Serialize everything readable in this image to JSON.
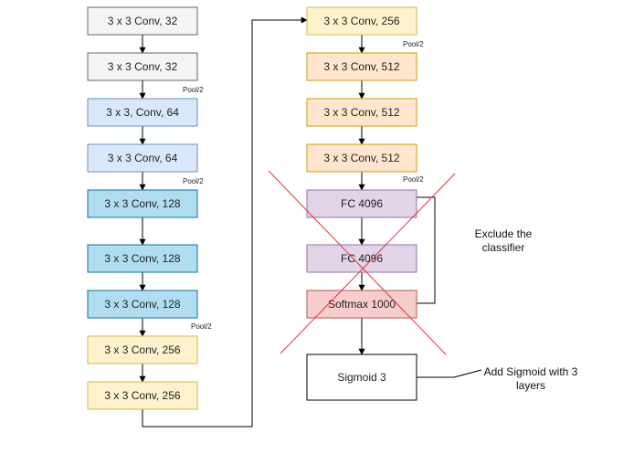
{
  "palette": {
    "gray": {
      "fill": "#f5f5f5",
      "stroke": "#666666"
    },
    "blue_light": {
      "fill": "#dae8fc",
      "stroke": "#6c8ebf"
    },
    "blue": {
      "fill": "#b1ddf0",
      "stroke": "#10739e"
    },
    "yellow": {
      "fill": "#fff2cc",
      "stroke": "#d6b656"
    },
    "orange": {
      "fill": "#ffe6cc",
      "stroke": "#d79b00"
    },
    "purple": {
      "fill": "#e1d5e7",
      "stroke": "#9673a6"
    },
    "red": {
      "fill": "#f8cecc",
      "stroke": "#b85450"
    },
    "white": {
      "fill": "#ffffff",
      "stroke": "#000000"
    },
    "cross": "#e8333b",
    "line": "#000000"
  },
  "left_column": [
    {
      "id": "l1",
      "label": "3 x 3 Conv, 32",
      "color": "gray"
    },
    {
      "id": "l2",
      "label": "3 x 3 Conv, 32",
      "color": "gray"
    },
    {
      "id": "l3",
      "label": "3 x 3, Conv, 64",
      "color": "blue_light"
    },
    {
      "id": "l4",
      "label": "3 x 3 Conv, 64",
      "color": "blue_light"
    },
    {
      "id": "l5",
      "label": "3 x 3 Conv, 128",
      "color": "blue"
    },
    {
      "id": "l6",
      "label": "3 x 3 Conv, 128",
      "color": "blue"
    },
    {
      "id": "l7",
      "label": "3 x 3 Conv, 128",
      "color": "blue"
    },
    {
      "id": "l8",
      "label": "3 x 3 Conv, 256",
      "color": "yellow"
    },
    {
      "id": "l9",
      "label": "3 x 3 Conv, 256",
      "color": "yellow"
    }
  ],
  "right_column": [
    {
      "id": "r1",
      "label": "3 x 3 Conv, 256",
      "color": "yellow"
    },
    {
      "id": "r2",
      "label": "3 x 3 Conv, 512",
      "color": "orange"
    },
    {
      "id": "r3",
      "label": "3 x 3 Conv, 512",
      "color": "orange"
    },
    {
      "id": "r4",
      "label": "3 x 3 Conv, 512",
      "color": "orange"
    },
    {
      "id": "r5",
      "label": "FC 4096",
      "color": "purple"
    },
    {
      "id": "r6",
      "label": "FC 4096",
      "color": "purple"
    },
    {
      "id": "r7",
      "label": "Softmax 1000",
      "color": "red"
    },
    {
      "id": "r8",
      "label": "Sigmoid 3",
      "color": "white"
    }
  ],
  "pool_label": "Pool/2",
  "annotations": {
    "exclude": [
      "Exclude the",
      "classifier"
    ],
    "add_sigmoid": [
      "Add Sigmoid with 3",
      "layers"
    ]
  }
}
